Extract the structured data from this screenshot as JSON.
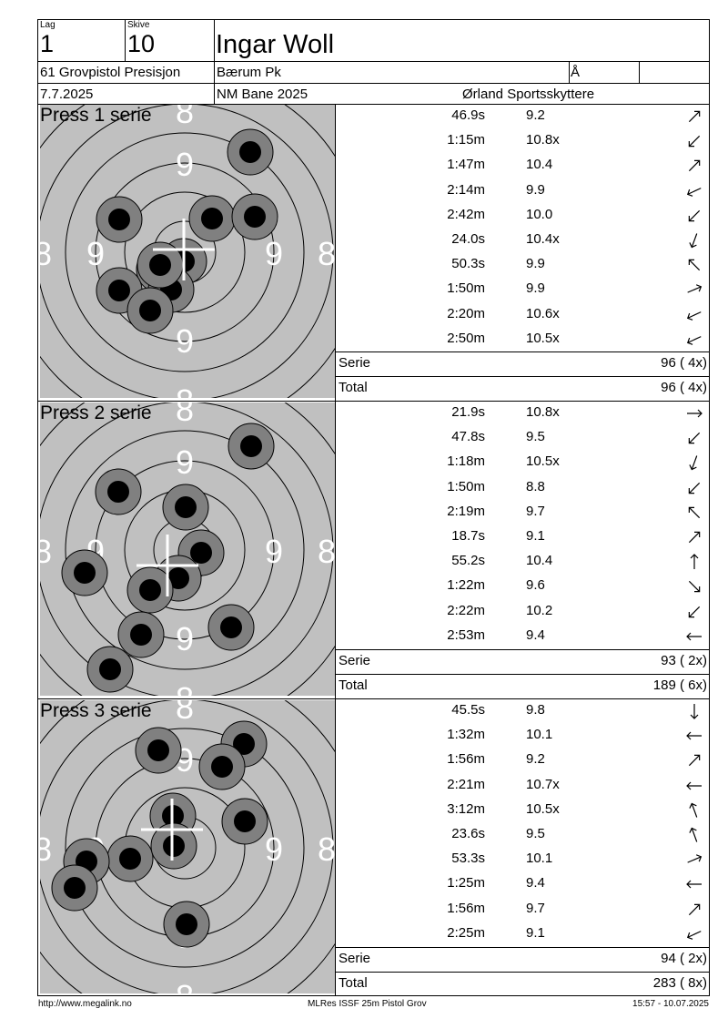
{
  "header": {
    "lag_label": "Lag",
    "lag_value": "1",
    "skive_label": "Skive",
    "skive_value": "10",
    "shooter": "Ingar Woll",
    "discipline": "61 Grovpistol Presisjon",
    "club": "Bærum Pk",
    "class_code": "Å",
    "date": "7.7.2025",
    "event": "NM Bane 2025",
    "host": "Ørland Sportsskyttere"
  },
  "series": [
    {
      "title": "Press 1 serie",
      "shots": [
        {
          "time": "46.9s",
          "score": "9.2",
          "dir": "ne"
        },
        {
          "time": "1:15m",
          "score": "10.8x",
          "dir": "sw"
        },
        {
          "time": "1:47m",
          "score": "10.4",
          "dir": "ne"
        },
        {
          "time": "2:14m",
          "score": "9.9",
          "dir": "wsw"
        },
        {
          "time": "2:42m",
          "score": "10.0",
          "dir": "sw"
        },
        {
          "time": "24.0s",
          "score": "10.4x",
          "dir": "ssw"
        },
        {
          "time": "50.3s",
          "score": "9.9",
          "dir": "nw"
        },
        {
          "time": "1:50m",
          "score": "9.9",
          "dir": "ene"
        },
        {
          "time": "2:20m",
          "score": "10.6x",
          "dir": "wsw"
        },
        {
          "time": "2:50m",
          "score": "10.5x",
          "dir": "wsw"
        }
      ],
      "serie_label": "Serie",
      "serie_value": "96 ( 4x)",
      "total_label": "Total",
      "total_value": "96 ( 4x)"
    },
    {
      "title": "Press 2 serie",
      "shots": [
        {
          "time": "21.9s",
          "score": "10.8x",
          "dir": "e"
        },
        {
          "time": "47.8s",
          "score": "9.5",
          "dir": "sw"
        },
        {
          "time": "1:18m",
          "score": "10.5x",
          "dir": "ssw"
        },
        {
          "time": "1:50m",
          "score": "8.8",
          "dir": "sw"
        },
        {
          "time": "2:19m",
          "score": "9.7",
          "dir": "nw"
        },
        {
          "time": "18.7s",
          "score": "9.1",
          "dir": "ne"
        },
        {
          "time": "55.2s",
          "score": "10.4",
          "dir": "n"
        },
        {
          "time": "1:22m",
          "score": "9.6",
          "dir": "se"
        },
        {
          "time": "2:22m",
          "score": "10.2",
          "dir": "sw"
        },
        {
          "time": "2:53m",
          "score": "9.4",
          "dir": "w"
        }
      ],
      "serie_label": "Serie",
      "serie_value": "93 ( 2x)",
      "total_label": "Total",
      "total_value": "189 ( 6x)"
    },
    {
      "title": "Press 3 serie",
      "shots": [
        {
          "time": "45.5s",
          "score": "9.8",
          "dir": "s"
        },
        {
          "time": "1:32m",
          "score": "10.1",
          "dir": "w"
        },
        {
          "time": "1:56m",
          "score": "9.2",
          "dir": "ne"
        },
        {
          "time": "2:21m",
          "score": "10.7x",
          "dir": "w"
        },
        {
          "time": "3:12m",
          "score": "10.5x",
          "dir": "nnw"
        },
        {
          "time": "23.6s",
          "score": "9.5",
          "dir": "nnw"
        },
        {
          "time": "53.3s",
          "score": "10.1",
          "dir": "ene"
        },
        {
          "time": "1:25m",
          "score": "9.4",
          "dir": "w"
        },
        {
          "time": "1:56m",
          "score": "9.7",
          "dir": "ne"
        },
        {
          "time": "2:25m",
          "score": "9.1",
          "dir": "wsw"
        }
      ],
      "serie_label": "Serie",
      "serie_value": "94 ( 2x)",
      "total_label": "Total",
      "total_value": "283 ( 8x)"
    }
  ],
  "ring_labels": {
    "nine": "9",
    "eight": "8"
  },
  "footer": {
    "url": "http://www.megalink.no",
    "software": "MLRes ISSF 25m Pistol Grov",
    "timestamp": "15:57 - 10.07.2025"
  },
  "colors": {
    "target_bg": "#c0c0c0",
    "shot_outer": "#808080",
    "shot_inner": "#000000",
    "ring_label": "#ffffff"
  }
}
